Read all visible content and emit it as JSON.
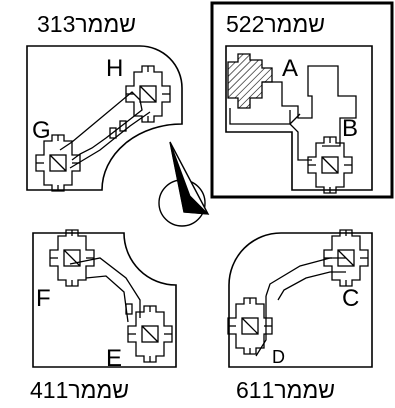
{
  "quadrants": [
    {
      "name": "313שממר",
      "labels": [
        "H",
        "G"
      ],
      "highlighted": false
    },
    {
      "name": "522שממר",
      "labels": [
        "A",
        "B"
      ],
      "highlighted": true
    },
    {
      "name": "411שממר",
      "labels": [
        "F",
        "E"
      ],
      "highlighted": false
    },
    {
      "name": "611שממר",
      "labels": [
        "C",
        "D"
      ],
      "highlighted": false
    }
  ],
  "compass": {
    "icon": "north-arrow-icon"
  },
  "colors": {
    "ink": "#000000",
    "background": "#ffffff"
  }
}
